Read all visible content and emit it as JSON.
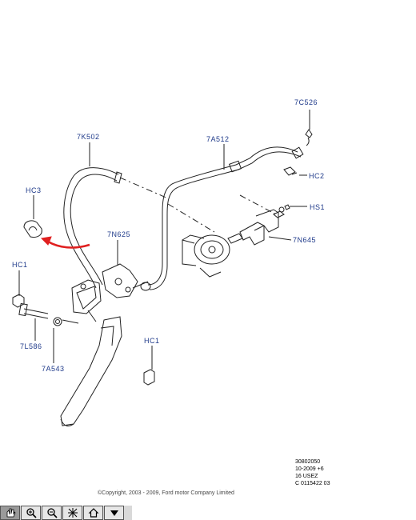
{
  "callouts": {
    "7C526": "7C526",
    "7K502": "7K502",
    "7A512": "7A512",
    "HC2": "HC2",
    "HC3": "HC3",
    "HS1": "HS1",
    "7N625": "7N625",
    "7N645": "7N645",
    "HC1_top": "HC1",
    "7L586": "7L586",
    "7A543": "7A543",
    "HC1_bottom": "HC1"
  },
  "reference": {
    "line1": "30802050",
    "line2": "10-2009 +6",
    "line3": "16 USEZ",
    "line4": "C  0115422 03"
  },
  "copyright": "©Copyright, 2003 - 2009, Ford motor Company Limited",
  "toolbar": {
    "buttons": [
      "pan-icon",
      "zoom-in-icon",
      "zoom-out-icon",
      "fit-icon",
      "home-icon",
      "menu-down-icon"
    ]
  },
  "colors": {
    "label": "#1f3a8a",
    "arrow": "#e02020",
    "line": "#222222"
  }
}
